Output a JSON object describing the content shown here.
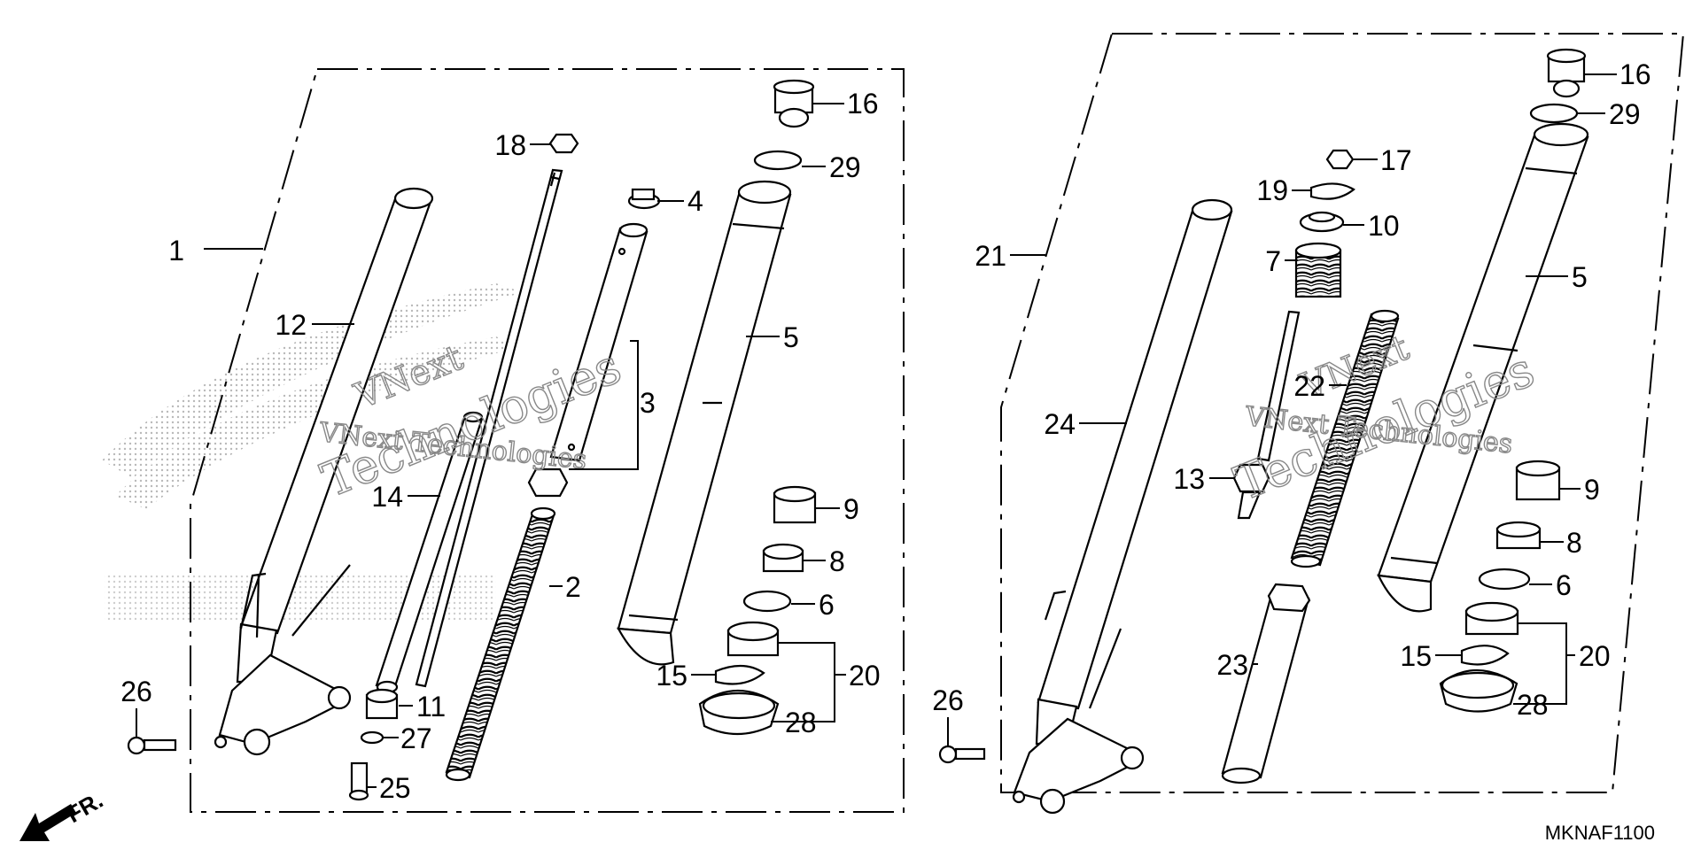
{
  "diagram_code": "MKNAF1100",
  "front_marker": "FR.",
  "watermark": {
    "line1": "VNext",
    "line2": "Technologies",
    "full": "VNext Technologies"
  },
  "callouts": [
    {
      "id": "c1",
      "text": "1"
    },
    {
      "id": "c12",
      "text": "12"
    },
    {
      "id": "c18",
      "text": "18"
    },
    {
      "id": "c14",
      "text": "14"
    },
    {
      "id": "c3",
      "text": "3"
    },
    {
      "id": "c4",
      "text": "4"
    },
    {
      "id": "c2",
      "text": "2"
    },
    {
      "id": "c11",
      "text": "11"
    },
    {
      "id": "c27",
      "text": "27"
    },
    {
      "id": "c25",
      "text": "25"
    },
    {
      "id": "c26a",
      "text": "26"
    },
    {
      "id": "c16a",
      "text": "16"
    },
    {
      "id": "c29a",
      "text": "29"
    },
    {
      "id": "c5a",
      "text": "5"
    },
    {
      "id": "c9a",
      "text": "9"
    },
    {
      "id": "c8a",
      "text": "8"
    },
    {
      "id": "c6a",
      "text": "6"
    },
    {
      "id": "c15a",
      "text": "15"
    },
    {
      "id": "c20a",
      "text": "20"
    },
    {
      "id": "c28a",
      "text": "28"
    },
    {
      "id": "c21",
      "text": "21"
    },
    {
      "id": "c24",
      "text": "24"
    },
    {
      "id": "c17",
      "text": "17"
    },
    {
      "id": "c19",
      "text": "19"
    },
    {
      "id": "c10",
      "text": "10"
    },
    {
      "id": "c7",
      "text": "7"
    },
    {
      "id": "c22",
      "text": "22"
    },
    {
      "id": "c13",
      "text": "13"
    },
    {
      "id": "c23",
      "text": "23"
    },
    {
      "id": "c26b",
      "text": "26"
    },
    {
      "id": "c16b",
      "text": "16"
    },
    {
      "id": "c29b",
      "text": "29"
    },
    {
      "id": "c5b",
      "text": "5"
    },
    {
      "id": "c9b",
      "text": "9"
    },
    {
      "id": "c8b",
      "text": "8"
    },
    {
      "id": "c6b",
      "text": "6"
    },
    {
      "id": "c15b",
      "text": "15"
    },
    {
      "id": "c20b",
      "text": "20"
    },
    {
      "id": "c28b",
      "text": "28"
    }
  ]
}
